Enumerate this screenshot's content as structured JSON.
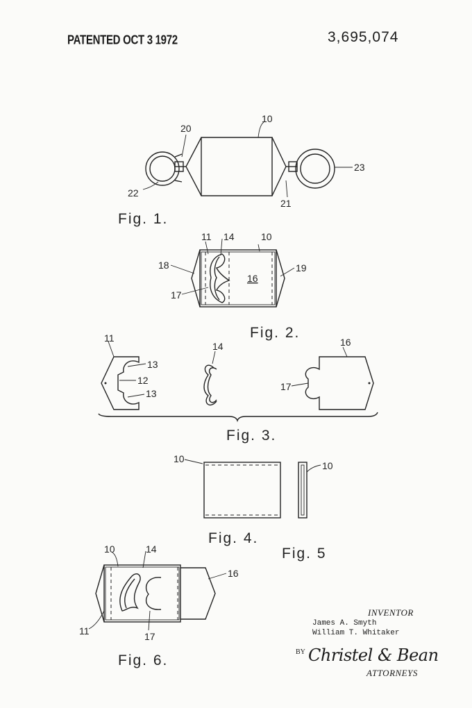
{
  "header": {
    "patented": "PATENTED OCT 3  1972",
    "patent_number": "3,695,074"
  },
  "figures": {
    "fig1": {
      "caption": "Fig. 1.",
      "labels": [
        "10",
        "20",
        "21",
        "22",
        "23"
      ]
    },
    "fig2": {
      "caption": "Fig. 2.",
      "labels": [
        "11",
        "14",
        "10",
        "18",
        "19",
        "16",
        "17"
      ]
    },
    "fig3": {
      "caption": "Fig. 3.",
      "labels": [
        "11",
        "13",
        "12",
        "13",
        "14",
        "16",
        "17"
      ]
    },
    "fig4": {
      "caption": "Fig. 4.",
      "labels": [
        "10"
      ]
    },
    "fig5": {
      "caption": "Fig. 5",
      "labels": [
        "10"
      ]
    },
    "fig6": {
      "caption": "Fig. 6.",
      "labels": [
        "10",
        "14",
        "16",
        "11",
        "17"
      ]
    }
  },
  "inventor": {
    "title": "INVENTOR",
    "names": [
      "James A. Smyth",
      "William T. Whitaker"
    ]
  },
  "attorney": {
    "by": "BY",
    "signature": "Christel & Bean",
    "label": "ATTORNEYS"
  }
}
